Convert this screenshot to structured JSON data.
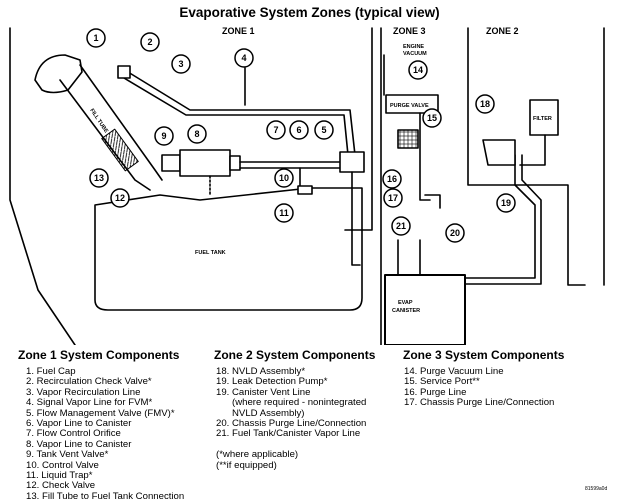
{
  "title": "Evaporative System Zones (typical view)",
  "zones": {
    "zone1": "ZONE 1",
    "zone2": "ZONE 2",
    "zone3": "ZONE 3"
  },
  "diagram_labels": {
    "engine_vacuum_1": "ENGINE",
    "engine_vacuum_2": "VACUUM",
    "purge_valve": "PURGE VALVE",
    "filter": "FILTER",
    "fill_tube": "FILL TUBE",
    "fuel_tank": "FUEL TANK",
    "evap_canister_1": "EVAP",
    "evap_canister_2": "CANISTER"
  },
  "callouts": [
    "1",
    "2",
    "3",
    "4",
    "5",
    "6",
    "7",
    "8",
    "9",
    "10",
    "11",
    "12",
    "13",
    "14",
    "15",
    "16",
    "17",
    "18",
    "19",
    "20",
    "21"
  ],
  "lists": {
    "zone1": {
      "heading": "Zone 1 System Components",
      "items": [
        "1. Fuel Cap",
        "2. Recirculation Check Valve*",
        "3. Vapor Recirculation Line",
        "4. Signal Vapor Line for FVM*",
        "5. Flow Management Valve (FMV)*",
        "6. Vapor Line to Canister",
        "7. Flow Control Orifice",
        "8. Vapor Line to Canister",
        "9. Tank Vent Valve*",
        "10. Control Valve",
        "11. Liquid Trap*",
        "12. Check Valve",
        "13. Fill Tube to Fuel Tank Connection"
      ]
    },
    "zone2": {
      "heading": "Zone 2 System Components",
      "items": [
        "18. NVLD Assembly*",
        "19. Leak Detection Pump*",
        "19. Canister Vent Line",
        "      (where required - nonintegrated",
        "      NVLD Assembly)",
        "20. Chassis Purge Line/Connection",
        "21. Fuel Tank/Canister Vapor Line",
        "",
        "(*where applicable)",
        "(**if equipped)"
      ]
    },
    "zone3": {
      "heading": "Zone 3 System Components",
      "items": [
        "14. Purge Vacuum Line",
        "15. Service Port**",
        "16. Purge Line",
        "17. Chassis Purge Line/Connection"
      ]
    }
  },
  "footnote": "81599a0d"
}
